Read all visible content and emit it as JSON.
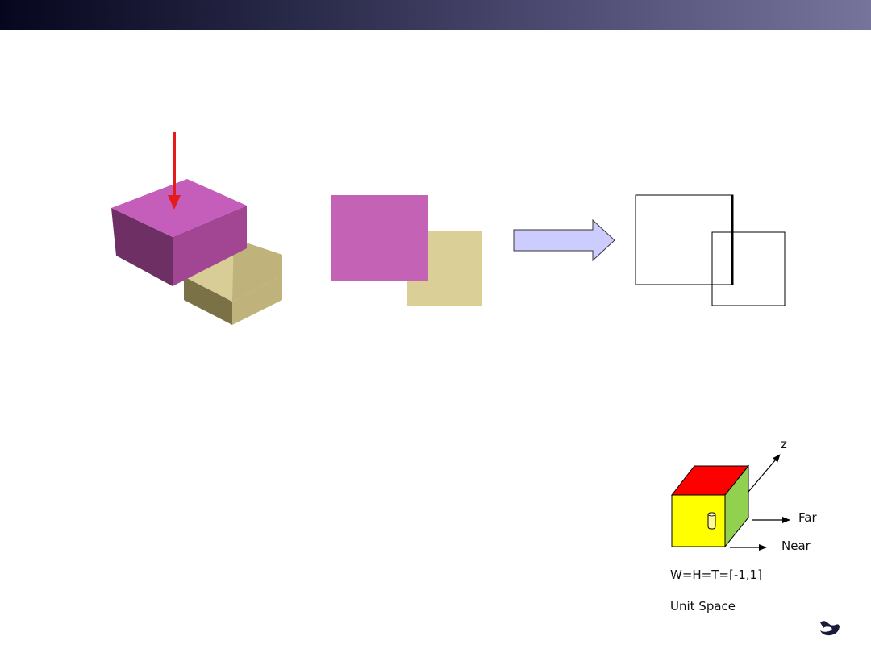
{
  "slide": {
    "title_bar_colors": [
      "#06061e",
      "#77749c"
    ]
  },
  "scene": {
    "boxes": [
      {
        "name": "front-box",
        "color": "#c25fb4"
      },
      {
        "name": "back-box",
        "color": "#d9cf98"
      }
    ],
    "view_arrow_color": "#e51b1b",
    "transform_arrow_fill": "#ccccff"
  },
  "unit_cube": {
    "face_colors": {
      "front": "#ffff00",
      "top": "#ff0000",
      "side": "#92d050"
    },
    "labels": {
      "z_axis": "z",
      "far": "Far",
      "near": "Near",
      "range": "W=H=T=[-1,1]",
      "unit_space": "Unit Space"
    }
  },
  "footer": {
    "logo_icon": "logo-icon"
  }
}
